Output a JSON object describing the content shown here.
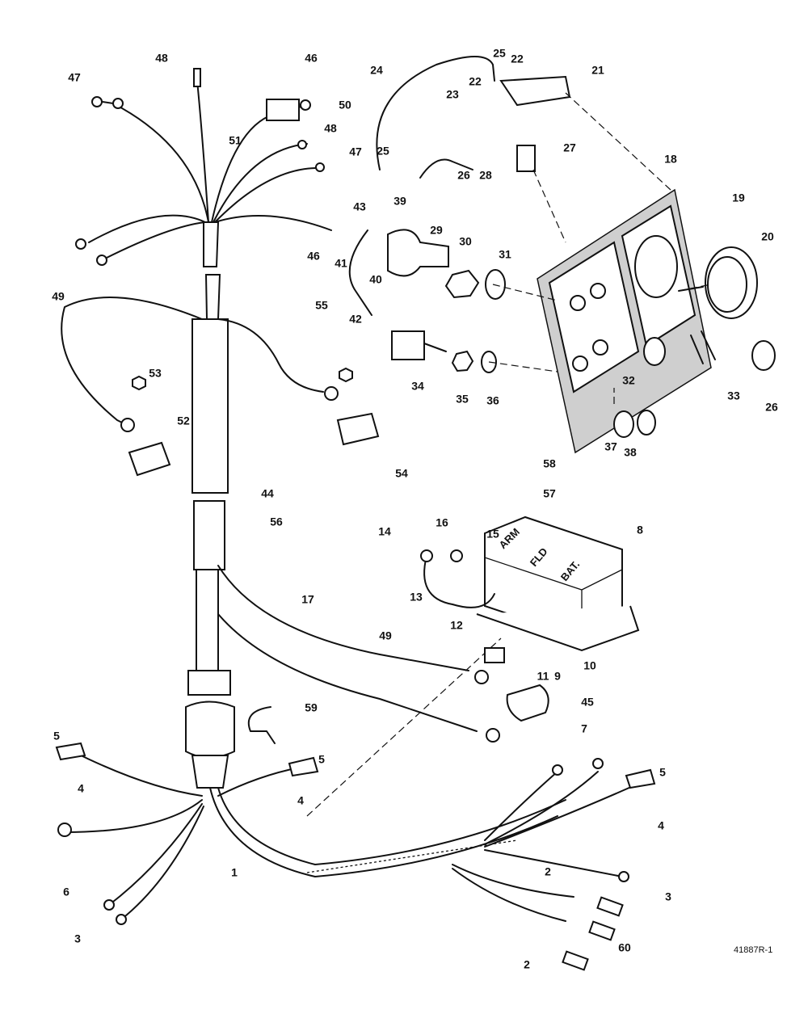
{
  "diagram": {
    "drawing_number": "41887R-1",
    "regulator_markings": [
      "ARM",
      "FLD",
      "BAT."
    ],
    "callouts": [
      "48",
      "46",
      "47",
      "25",
      "22",
      "21",
      "24",
      "22",
      "23",
      "50",
      "51",
      "48",
      "47",
      "27",
      "25",
      "26",
      "28",
      "18",
      "19",
      "43",
      "39",
      "29",
      "20",
      "30",
      "31",
      "46",
      "41",
      "49",
      "40",
      "55",
      "42",
      "53",
      "34",
      "35",
      "36",
      "32",
      "33",
      "26",
      "52",
      "54",
      "37",
      "38",
      "58",
      "57",
      "44",
      "14",
      "16",
      "15",
      "8",
      "56",
      "17",
      "13",
      "12",
      "49",
      "11",
      "9",
      "10",
      "45",
      "59",
      "7",
      "5",
      "5",
      "5",
      "4",
      "4",
      "4",
      "6",
      "1",
      "3",
      "2",
      "3",
      "2",
      "60"
    ]
  }
}
